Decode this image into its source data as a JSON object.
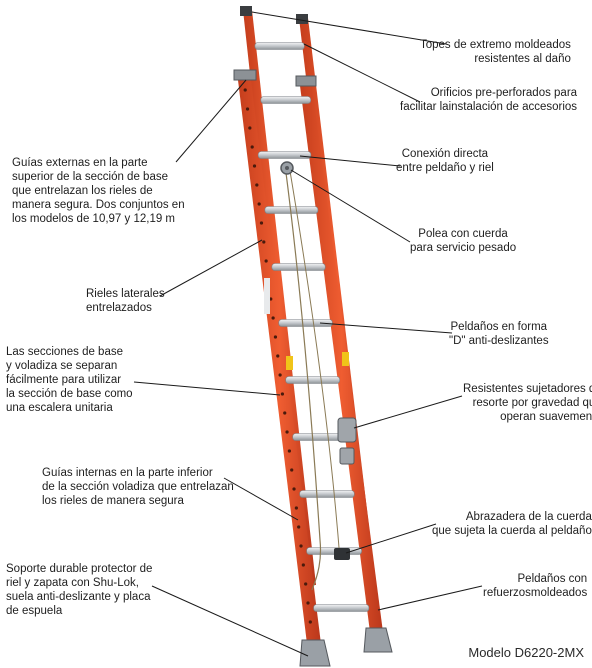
{
  "callouts": {
    "topes": [
      "Topes de extremo moldeados",
      "resistentes al daño"
    ],
    "orificios": [
      "Orificios pre-perforados para",
      "facilitar lainstalación de accesorios"
    ],
    "conexion": [
      "Conexión directa",
      "entre peldaño y riel"
    ],
    "polea": [
      "Polea con cuerda",
      "para servicio pesado"
    ],
    "peldanos_d": [
      "Peldaños en forma",
      "\"D\" anti-deslizantes"
    ],
    "sujetadores": [
      "Resistentes sujetadores de",
      "resorte por gravedad que",
      "operan suavemente"
    ],
    "abrazadera": [
      "Abrazadera de la cuerda",
      "que sujeta la cuerda al peldaño"
    ],
    "refuerzos": [
      "Peldaños con",
      "refuerzosmoldeados"
    ],
    "guias_externas": [
      "Guías externas en la parte",
      "superior de la sección de base",
      "que entrelazan los rieles de",
      "manera segura.  Dos conjuntos en",
      "los modelos de 10,97 y 12,19 m"
    ],
    "rieles": [
      "Rieles laterales",
      "entrelazados"
    ],
    "secciones": [
      "Las secciones de base",
      "y voladiza se separan",
      "fácilmente para utilizar",
      "la sección de base como",
      "una escalera unitaria"
    ],
    "guias_internas": [
      "Guías internas en la parte inferior",
      "de la sección voladiza que entrelazan",
      "los rieles de manera segura"
    ],
    "soporte": [
      "Soporte durable protector de",
      "riel y zapata con Shu-Lok,",
      "suela anti-deslizante y placa",
      "de espuela"
    ]
  },
  "model_label": "Modelo D6220-2MX",
  "colors": {
    "rail_orange": "#e8532a",
    "rail_dark": "#b8381a",
    "rung_silver": "#c9ccd0",
    "metal_dark": "#55595e",
    "leader_line": "#1a1a1a"
  }
}
